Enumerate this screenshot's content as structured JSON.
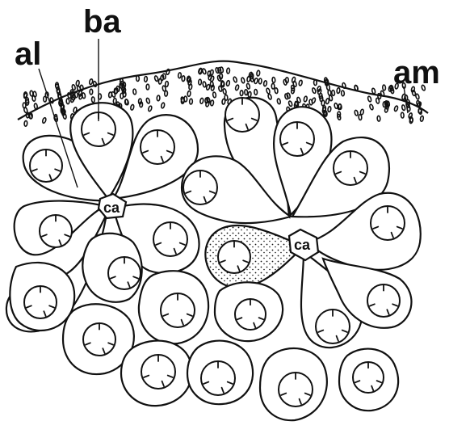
{
  "labels": {
    "al": "al",
    "ba": "ba",
    "am": "am",
    "ca_left": "ca",
    "ca_right": "ca"
  }
}
